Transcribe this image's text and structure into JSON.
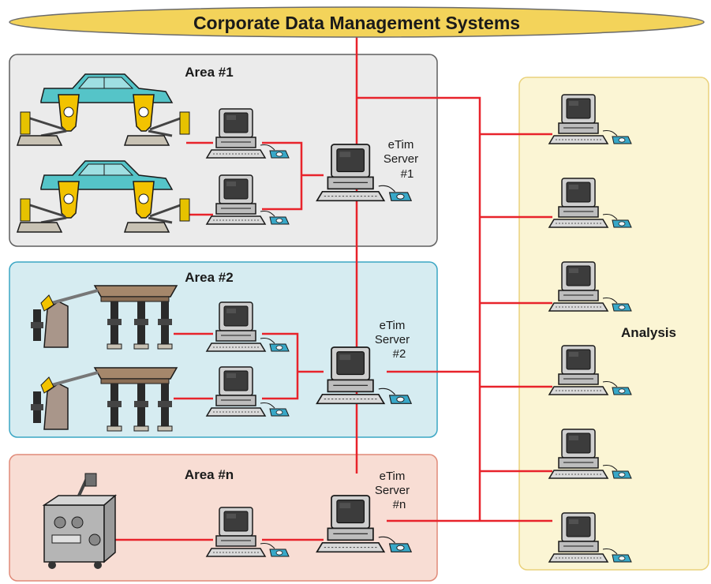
{
  "banner": {
    "title": "Corporate Data Management Systems"
  },
  "areas": [
    {
      "title": "Area #1",
      "fill": "#ebebeb",
      "stroke": "#5f5f5f"
    },
    {
      "title": "Area #2",
      "fill": "#d6ecf1",
      "stroke": "#3aa6c4"
    },
    {
      "title": "Area #n",
      "fill": "#f8ddd4",
      "stroke": "#e08a78"
    }
  ],
  "servers": [
    {
      "line1": "eTim",
      "line2": "Server",
      "line3": "#1"
    },
    {
      "line1": "eTim",
      "line2": "Server",
      "line3": "#2"
    },
    {
      "line1": "eTim",
      "line2": "Server",
      "line3": "#n"
    }
  ],
  "analysis": {
    "title": "Analysis",
    "fill": "#fbf5d4",
    "stroke": "#ead27c"
  },
  "colors": {
    "network_line": "#e8232b",
    "banner_fill": "#f3d35a",
    "banner_stroke": "#6b6b6b",
    "car_body": "#55c4c8",
    "fixture": "#f2c300",
    "computer_case": "#c9c9c9",
    "screen": "#3c3c3c",
    "mousepad": "#38a8c8"
  },
  "icons": [
    "computer-workstation-icon",
    "car-test-rig-icon",
    "bench-test-rig-icon",
    "lab-equipment-cart-icon"
  ]
}
